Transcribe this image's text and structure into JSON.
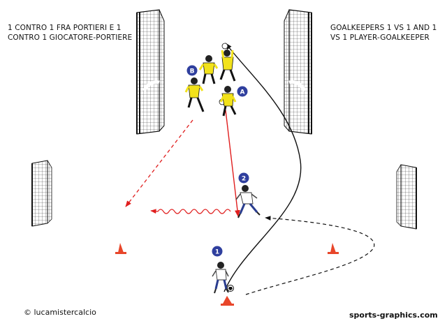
{
  "captions": {
    "italian": "1 CONTRO 1 FRA PORTIERI E 1\nCONTRO 1 GIOCATORE-PORTIERE",
    "english": "GOALKEEPERS 1 VS 1 AND  1\nVS 1 PLAYER-GOALKEEPER"
  },
  "footer": {
    "copyright": "© lucamistercalcio",
    "brand": "sports-graphics.com"
  },
  "badges": {
    "b": "B",
    "a": "A",
    "two": "2",
    "one": "1"
  },
  "colors": {
    "badge": "#2f3f9e",
    "kit_yellow": "#f2e21a",
    "cone": "#e8462a",
    "pass_red": "#e01e1e",
    "run_black": "#111111"
  },
  "icons": {
    "goal": "goal-net-icon",
    "keeper": "goalkeeper-figure-icon",
    "player": "field-player-figure-icon",
    "cone": "training-cone-icon",
    "ball": "soccer-ball-icon"
  }
}
